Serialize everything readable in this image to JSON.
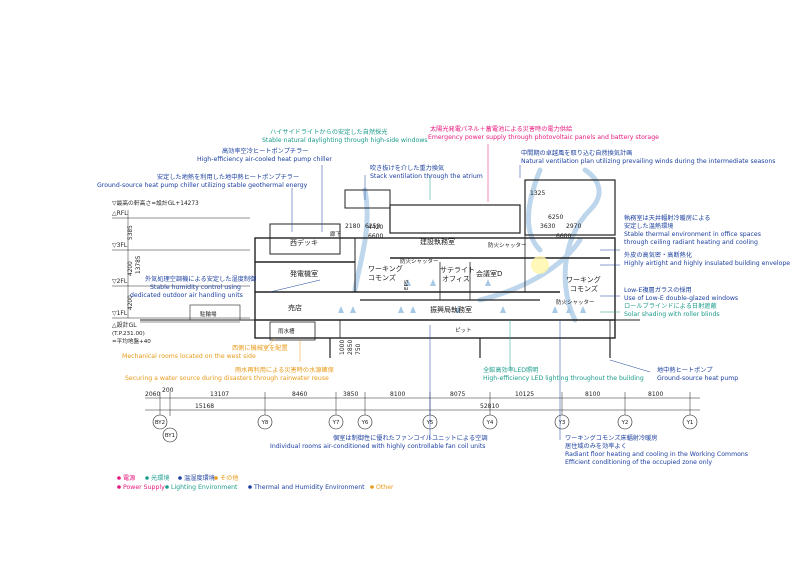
{
  "colors": {
    "power": "#e8197d",
    "lighting": "#1a9b8a",
    "thermal": "#1b3f9e",
    "other": "#e89b1a",
    "line": "#222222",
    "airflow": "#a8c9e6"
  },
  "annotations": {
    "highside_jp": "ハイサイドライトからの安定した自然採光",
    "highside_en": "Stable natural daylighting through high-side windows",
    "aircooled_jp": "高効率空冷ヒートポンプチラー",
    "aircooled_en": "High-efficiency air-cooled heat pump chiller",
    "geothermal_jp": "安定した地熱を利用した地中熱ヒートポンプチラー",
    "geothermal_en": "Ground-source heat pump chiller utilizing stable geothermal energy",
    "stack_jp": "吹き抜けを介した重力換気",
    "stack_en": "Stack ventilation through the atrium",
    "solar_jp": "太陽光発電パネル＋蓄電池による災害時の電力供給",
    "solar_en": "Emergency power supply through photovoltaic panels and battery storage",
    "natvent_jp": "中間期の卓越風を取り込む自然換気計画",
    "natvent_en": "Natural ventilation plan utilizing prevailing winds during the intermediate seasons",
    "radiant_jp1": "執務室は天井輻射冷暖房による",
    "radiant_jp2": "安定した温熱環境",
    "radiant_en1": "Stable thermal environment in office spaces",
    "radiant_en2": "through ceiling radiant heating and cooling",
    "envelope_jp": "外皮の高気密・高断熱化",
    "envelope_en": "Highly airtight and highly insulated building envelope",
    "lowe_jp": "Low-E複層ガラスの採用",
    "lowe_en": "Use of Low-E double-glazed windows",
    "rollblind_jp": "ロールブラインドによる日射遮蔽",
    "rollblind_en": "Solar shading with roller blinds",
    "humidity_jp": "外気処理空調機による安定した湿度制御",
    "humidity_en1": "Stable humidity control using",
    "humidity_en2": "dedicated outdoor air handling units",
    "mech_jp": "西側に機械室を配置",
    "mech_en": "Mechanical rooms located on the west side",
    "rainwater_jp": "雨水再利用による災害時の水源確保",
    "rainwater_en": "Securing a water source during disasters through rainwater reuse",
    "led_jp": "全館高効率LED照明",
    "led_en": "High-efficiency LED lighting throughout the building",
    "fancoil_jp": "個室は制御性に優れたファンコイルユニットによる空調",
    "fancoil_en": "Individual rooms air-conditioned with highly controllable fan coil units",
    "groundpump_jp": "地中熱ヒートポンプ",
    "groundpump_en": "Ground-source heat pump",
    "floor_jp1": "ワーキングコモンズ床輻射冷暖房",
    "floor_jp2": "居住域のみを効率よく",
    "floor_en1": "Radiant floor heating and cooling in the Working Commons",
    "floor_en2": "Efficient conditioning of the occupied zone only"
  },
  "rooms": {
    "west_deck": "西デッキ",
    "corridor": "廊下",
    "construction_office": "建設執務室",
    "fire_shutter": "防火シャッター",
    "generator": "発電機室",
    "working_commons_l": "ワーキング",
    "working_commons_l2": "コモンズ",
    "satellite_1": "サテライト",
    "satellite_2": "オフィス",
    "meeting_d": "会議室D",
    "eps": "EPS",
    "working_commons_r": "ワーキング",
    "working_commons_r2": "コモンズ",
    "fire_shutter_2": "防火シャッター",
    "fire_shutter_3": "防火シャッター",
    "shop": "売店",
    "promotion_office": "振興局執務室",
    "pit": "ピット",
    "rain_tank": "雨水槽",
    "parking": "駐輪場"
  },
  "levels": {
    "max_eave": "▽最高の軒高さ=設計GL+14273",
    "rfl": "△RFL",
    "fl3": "▽3FL",
    "fl2": "▽2FL",
    "fl1": "▽1FL",
    "gl_1": "△設計GL",
    "gl_2": "(T.P.231.00)",
    "gl_3": "=平均地盤+40"
  },
  "dims": {
    "v1": "5385",
    "v2": "13785",
    "v3": "4200",
    "v4": "4200",
    "r1": "6250",
    "r2": "2180",
    "r3": "4420",
    "r4": "6600",
    "r5": "6250",
    "r6": "3630",
    "r7": "2970",
    "r8": "6600",
    "r9": "1325",
    "b1": "2060",
    "b2": "200",
    "b3": "13107",
    "b4": "8460",
    "b5": "3850",
    "b6": "8100",
    "b7": "8075",
    "b8": "10125",
    "b9": "8100",
    "b10": "8100",
    "b11": "15168",
    "b12": "52810",
    "p1": "1000",
    "p2": "2850",
    "p3": "750"
  },
  "grid": [
    "BY2",
    "BY1",
    "Y8",
    "Y7",
    "Y6",
    "Y5",
    "Y4",
    "Y3",
    "Y2",
    "Y1"
  ],
  "legend": {
    "power_jp": "電源",
    "lighting_jp": "光環境",
    "thermal_jp": "温湿度環境",
    "other_jp": "その他",
    "power_en": "Power Supply",
    "lighting_en": "Lighting Environment",
    "thermal_en": "Thermal and Humidity Environment",
    "other_en": "Other"
  }
}
